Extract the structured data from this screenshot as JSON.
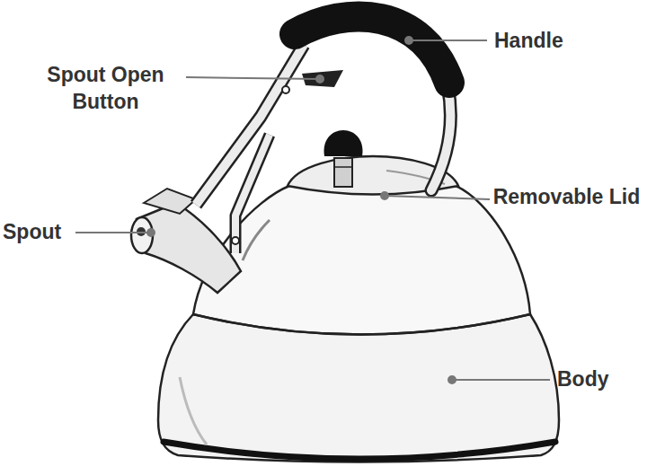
{
  "diagram": {
    "labels": [
      "Handle",
      "Spout Open Button",
      "Removable Lid",
      "Spout",
      "Body"
    ]
  }
}
